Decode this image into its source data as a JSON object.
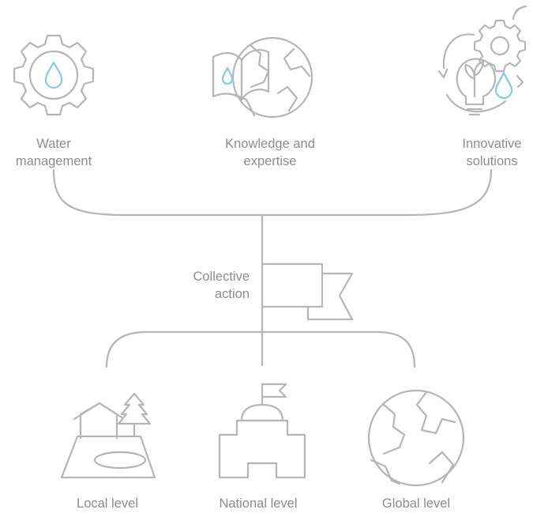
{
  "inputs": [
    {
      "line1": "Water",
      "line2": "management",
      "icon": "gear-water-drop-icon"
    },
    {
      "line1": "Knowledge and",
      "line2": "expertise",
      "icon": "book-globe-icon"
    },
    {
      "line1": "Innovative",
      "line2": "solutions",
      "icon": "lightbulb-gear-icon"
    }
  ],
  "center": {
    "line1": "Collective",
    "line2": "action",
    "icon": "flag-icon"
  },
  "outputs": [
    {
      "label": "Local level",
      "icon": "house-tree-lake-icon"
    },
    {
      "label": "National level",
      "icon": "capitol-building-icon"
    },
    {
      "label": "Global level",
      "icon": "globe-icon"
    }
  ],
  "colors": {
    "line": "#b5b5b5",
    "text": "#8c8c8c",
    "accent": "#7fcde6"
  }
}
